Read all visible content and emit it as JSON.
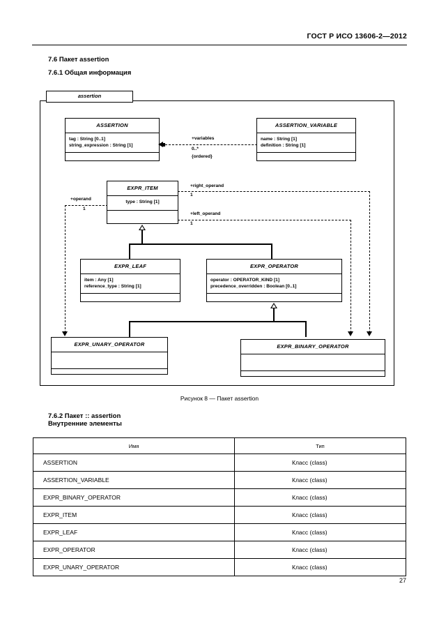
{
  "header": {
    "standard_title": "ГОСТ Р ИСО 13606-2—2012"
  },
  "sections": {
    "s76": "7.6 Пакет assertion",
    "s761": "7.6.1 Общая информация",
    "s762": "7.6.2 Пакет :: assertion",
    "s762_sub": "Внутренние элементы"
  },
  "figure": {
    "package_name": "assertion",
    "caption": "Рисунок 8 — Пакет assertion",
    "classes": {
      "assertion": {
        "name": "ASSERTION",
        "attrs": [
          "tag : String [0..1]",
          "string_expression : String [1]"
        ]
      },
      "assertion_variable": {
        "name": "ASSERTION_VARIABLE",
        "attrs": [
          "name : String [1]",
          "definition : String [1]"
        ]
      },
      "expr_item": {
        "name": "EXPR_ITEM",
        "attrs": [
          "type : String [1]"
        ]
      },
      "expr_leaf": {
        "name": "EXPR_LEAF",
        "attrs": [
          "item : Any [1]",
          "reference_type : String [1]"
        ]
      },
      "expr_operator": {
        "name": "EXPR_OPERATOR",
        "attrs": [
          "operator : OPERATOR_KIND [1]",
          "precedence_overridden : Boolean [0..1]"
        ]
      },
      "expr_unary_operator": {
        "name": "EXPR_UNARY_OPERATOR",
        "attrs": []
      },
      "expr_binary_operator": {
        "name": "EXPR_BINARY_OPERATOR",
        "attrs": []
      }
    },
    "associations": {
      "variables": {
        "role": "+variables",
        "multiplicity": "0..*",
        "constraint": "{ordered}"
      },
      "operand": {
        "role": "+operand",
        "multiplicity": "1"
      },
      "right_operand": {
        "role": "+right_operand",
        "multiplicity": "1"
      },
      "left_operand": {
        "role": "+left_operand",
        "multiplicity": "1"
      }
    }
  },
  "table": {
    "headers": [
      "Имя",
      "Тип"
    ],
    "rows": [
      {
        "name": "ASSERTION",
        "type": "Класс  (class)"
      },
      {
        "name": "ASSERTION_VARIABLE",
        "type": "Класс  (class)"
      },
      {
        "name": "EXPR_BINARY_OPERATOR",
        "type": "Класс  (class)"
      },
      {
        "name": "EXPR_ITEM",
        "type": "Класс  (class)"
      },
      {
        "name": "EXPR_LEAF",
        "type": "Класс  (class)"
      },
      {
        "name": "EXPR_OPERATOR",
        "type": "Класс  (class)"
      },
      {
        "name": "EXPR_UNARY_OPERATOR",
        "type": "Класс  (class)"
      }
    ]
  },
  "footer": {
    "page_number": "27"
  }
}
